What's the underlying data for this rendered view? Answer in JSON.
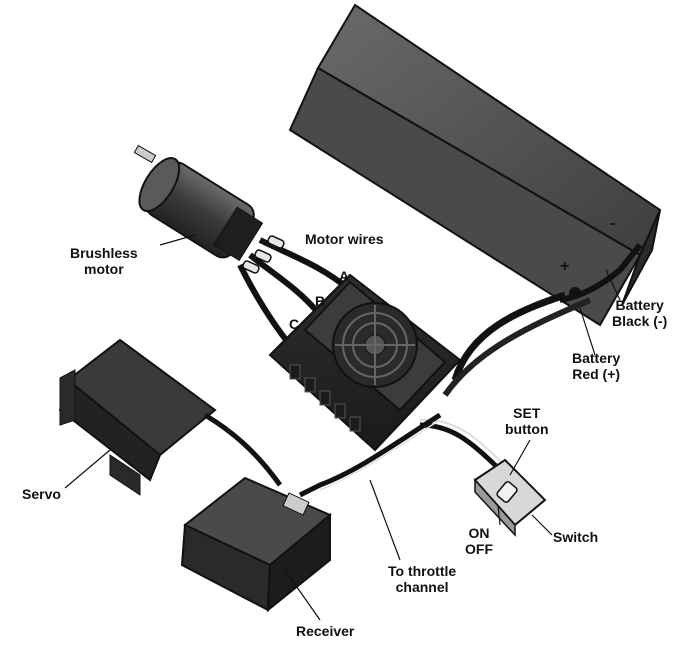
{
  "labels": {
    "brushless_motor": [
      "Brushless",
      "motor"
    ],
    "motor_wires": "Motor wires",
    "wire_a": "A",
    "wire_b": "B",
    "wire_c": "C",
    "battery_black": [
      "Battery",
      "Black (-)"
    ],
    "battery_red": [
      "Battery",
      "Red (+)"
    ],
    "set_button": [
      "SET",
      "button"
    ],
    "on_off": [
      "ON",
      "OFF"
    ],
    "switch": "Switch",
    "servo": "Servo",
    "to_throttle": [
      "To throttle",
      "channel"
    ],
    "receiver": "Receiver",
    "battery_plus": "+",
    "battery_minus": "-"
  },
  "colors": {
    "body_dark": "#3a3a3a",
    "body_mid": "#555555",
    "body_light": "#7a7a7a",
    "outline": "#111111",
    "wire": "#222222",
    "switch_body": "#d8d8d8"
  }
}
